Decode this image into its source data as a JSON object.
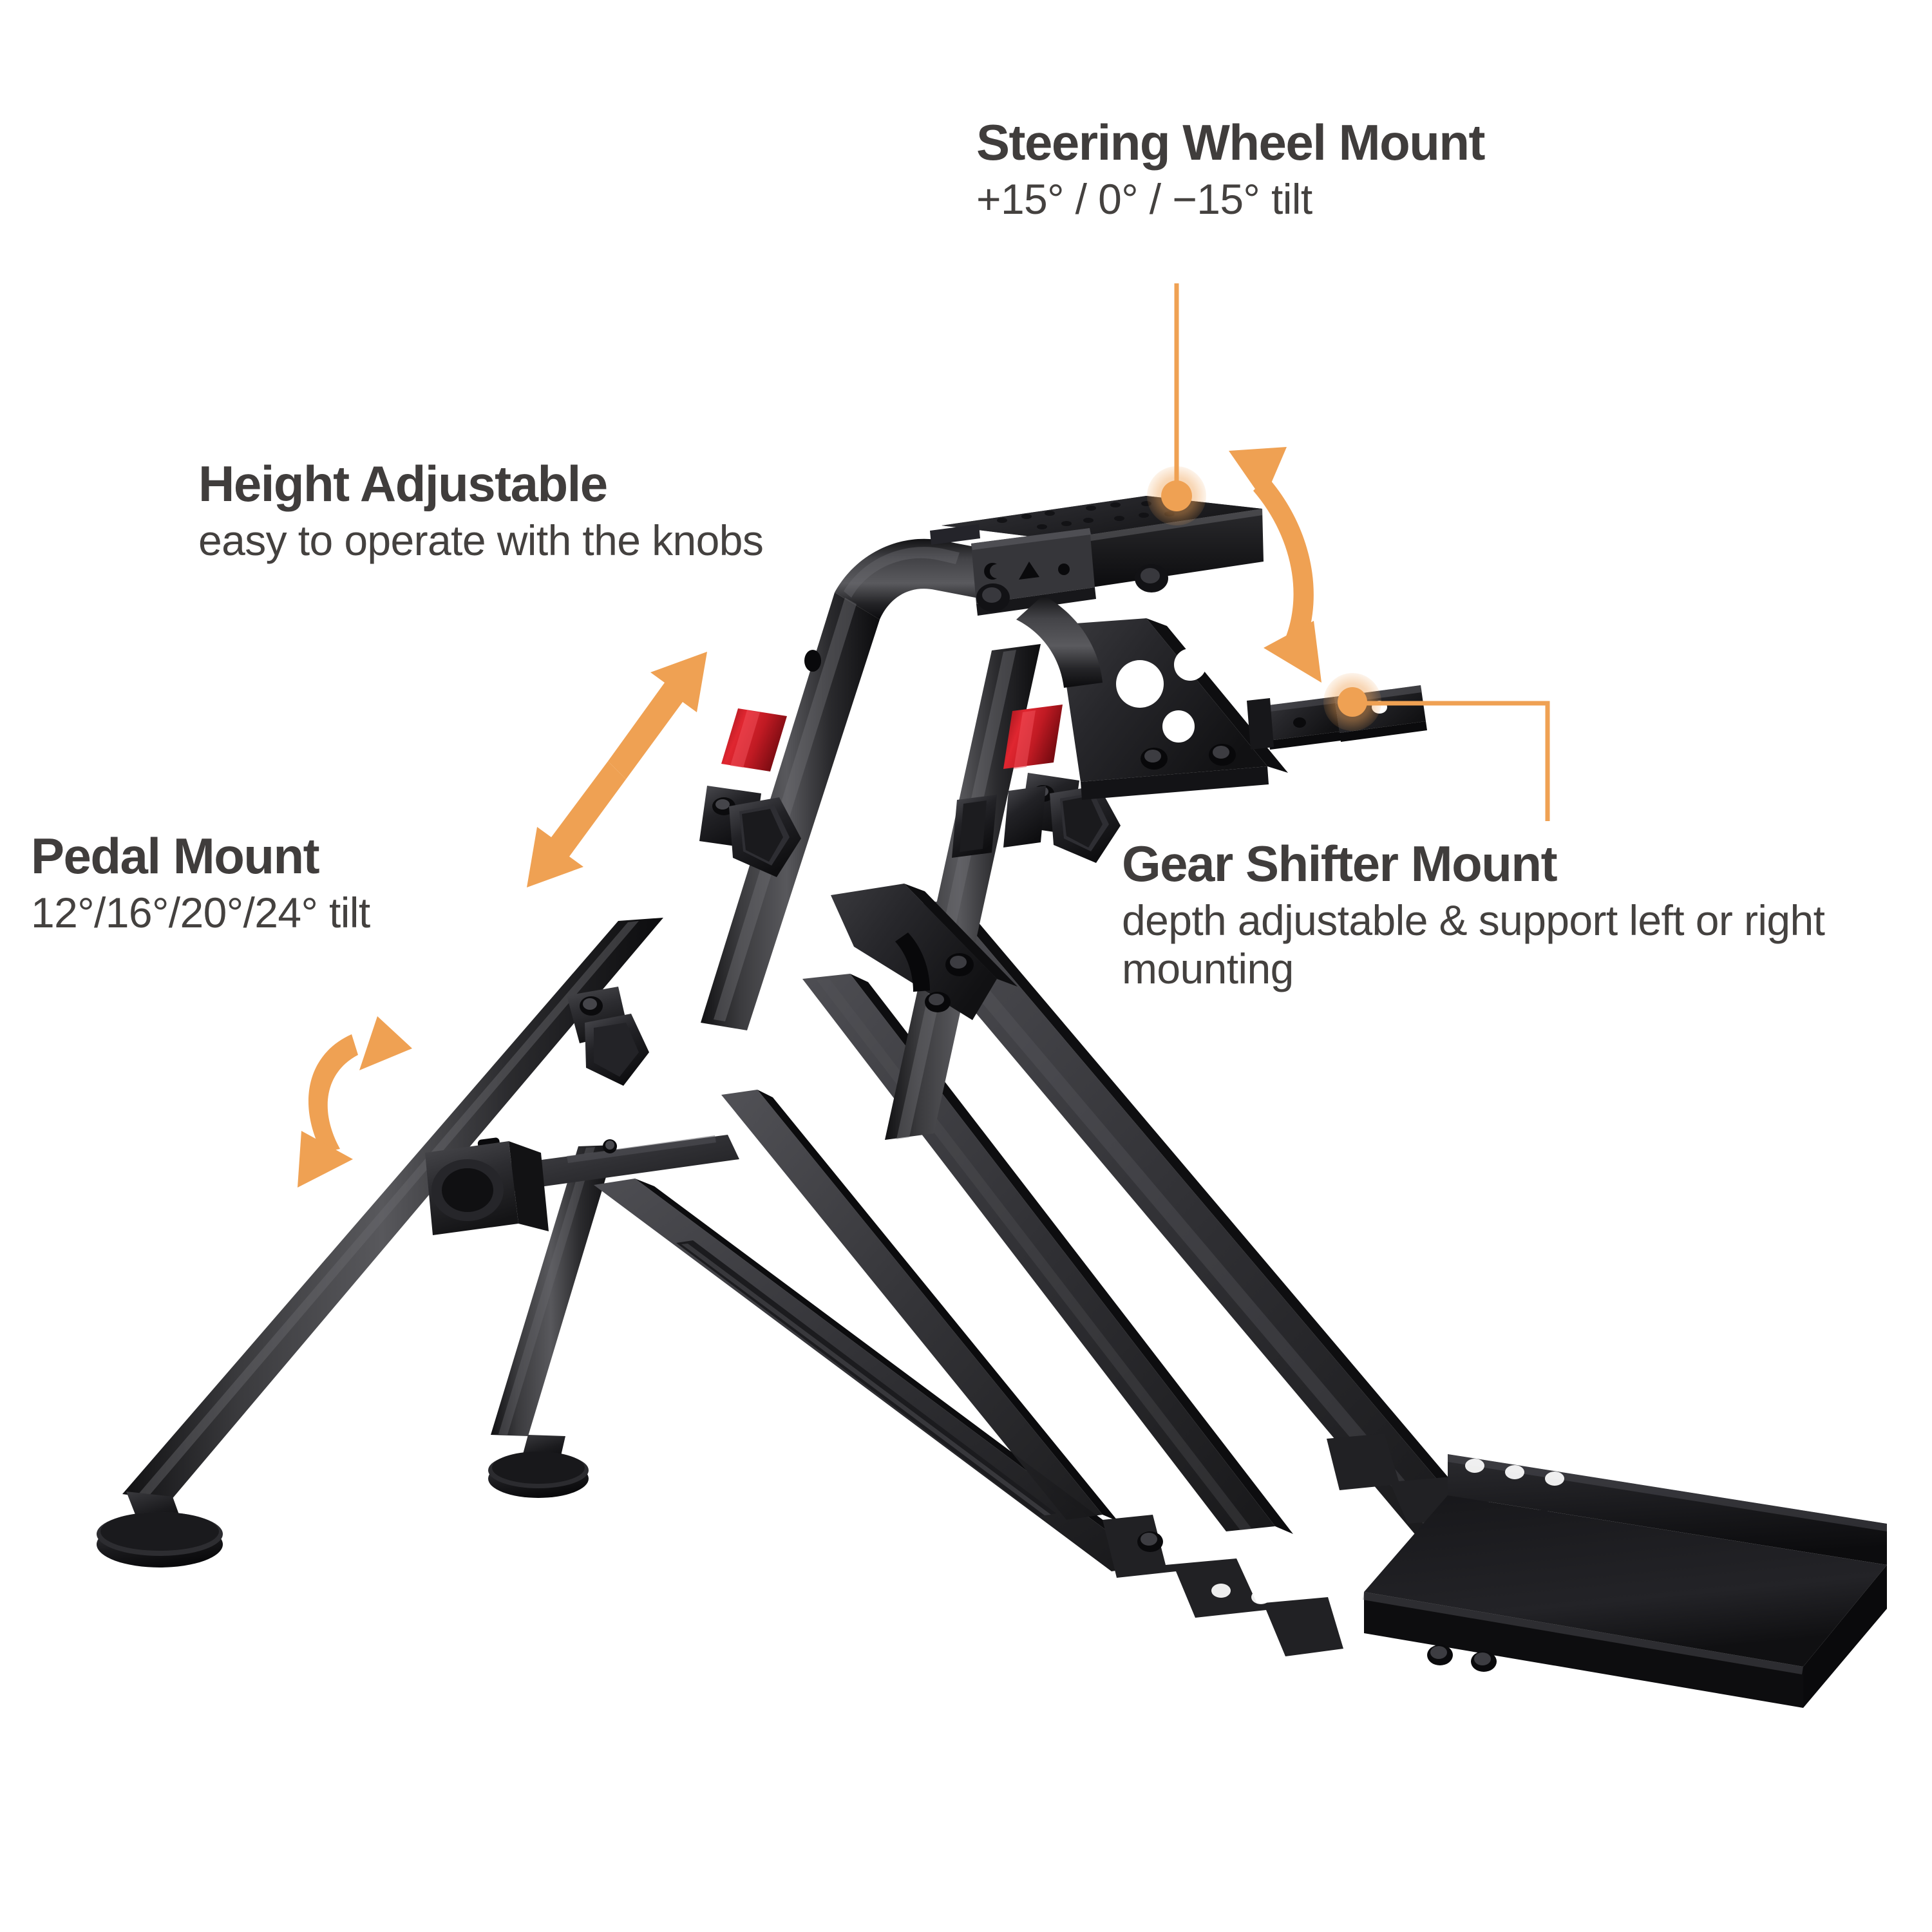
{
  "meta": {
    "subject": "Racing wheel stand / sim racing cockpit frame",
    "background_color": "#FFFFFF",
    "accent_color": "#EFA153",
    "accent_color_soft": "#F8D7AE",
    "text_color": "#403D3C",
    "frame_color": "#1C1C1C",
    "highlight_color": "#D6202B"
  },
  "callouts": [
    {
      "id": "steering",
      "title": "Steering Wheel Mount",
      "subtitle": "+15° / 0° / −15° tilt",
      "marker": "orange-dot",
      "leader": "vertical-line-down",
      "arrow": "curved-double-arrow-vertical"
    },
    {
      "id": "height",
      "title": "Height Adjustable",
      "subtitle": "easy to operate with the knobs",
      "marker": "none",
      "leader": "none",
      "arrow": "straight-double-arrow-diagonal"
    },
    {
      "id": "pedal",
      "title": "Pedal Mount",
      "subtitle": "12°/16°/20°/24° tilt",
      "marker": "none",
      "leader": "none",
      "arrow": "curved-double-arrow-tilt"
    },
    {
      "id": "shifter",
      "title": "Gear Shifter Mount",
      "subtitle": "depth adjustable & support left or right mounting",
      "marker": "orange-dot",
      "leader": "elbow-line-right-down",
      "arrow": "none"
    }
  ],
  "steering": {
    "title": "Steering Wheel Mount",
    "subtitle": "+15° / 0° / −15° tilt"
  },
  "height": {
    "title": "Height Adjustable",
    "subtitle": "easy to operate with the knobs"
  },
  "pedal": {
    "title": "Pedal Mount",
    "subtitle": "12°/16°/20°/24° tilt"
  },
  "shifter": {
    "title": "Gear Shifter Mount",
    "subtitle": "depth adjustable & support left or right mounting"
  },
  "product_parts": [
    "steering-wheel-mount-plate",
    "tilt-bracket",
    "upright-tube-left",
    "upright-tube-right",
    "red-collar-left",
    "red-collar-right",
    "height-adjust-knob-left",
    "height-adjust-knob-right",
    "gusset-plate",
    "gear-shifter-arm",
    "pedal-tray",
    "pedal-support-arm",
    "cross-brace",
    "front-leg-left",
    "front-leg-right",
    "rubber-foot-left",
    "rubber-foot-right"
  ]
}
